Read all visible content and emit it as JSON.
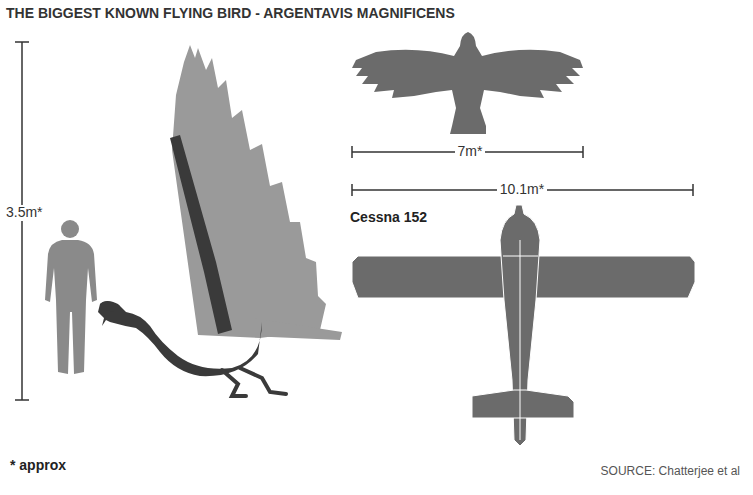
{
  "diagram": {
    "title": "THE BIGGEST KNOWN FLYING BIRD - ARGENTAVIS MAGNIFICENS",
    "labels": [
      "3.5m*",
      "7m*",
      "10.1m*",
      "Cessna 152",
      "* approx",
      "SOURCE: Chatterjee et al"
    ]
  }
}
